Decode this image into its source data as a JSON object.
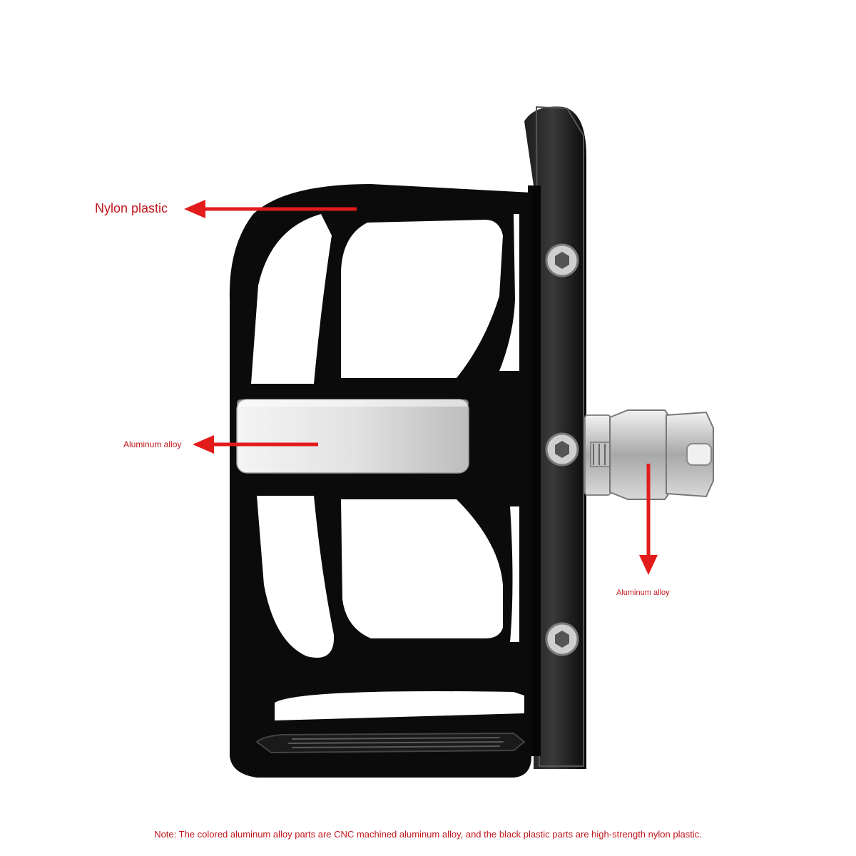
{
  "callouts": {
    "nylon_label": "Nylon plastic",
    "alu_left_label": "Aluminum alloy",
    "alu_right_label": "Aluminum alloy"
  },
  "note": "Note: The colored aluminum alloy parts are CNC machined aluminum alloy, and the black plastic parts are high-strength nylon plastic.",
  "colors": {
    "callout_red": "#e31b1b",
    "text_red": "#c0161c",
    "body_black": "#0b0b0b",
    "aluminum": "#c9c9c9"
  },
  "icons": {
    "bolt": "hex-socket-bolt-icon",
    "arrow": "arrow-left-icon"
  }
}
